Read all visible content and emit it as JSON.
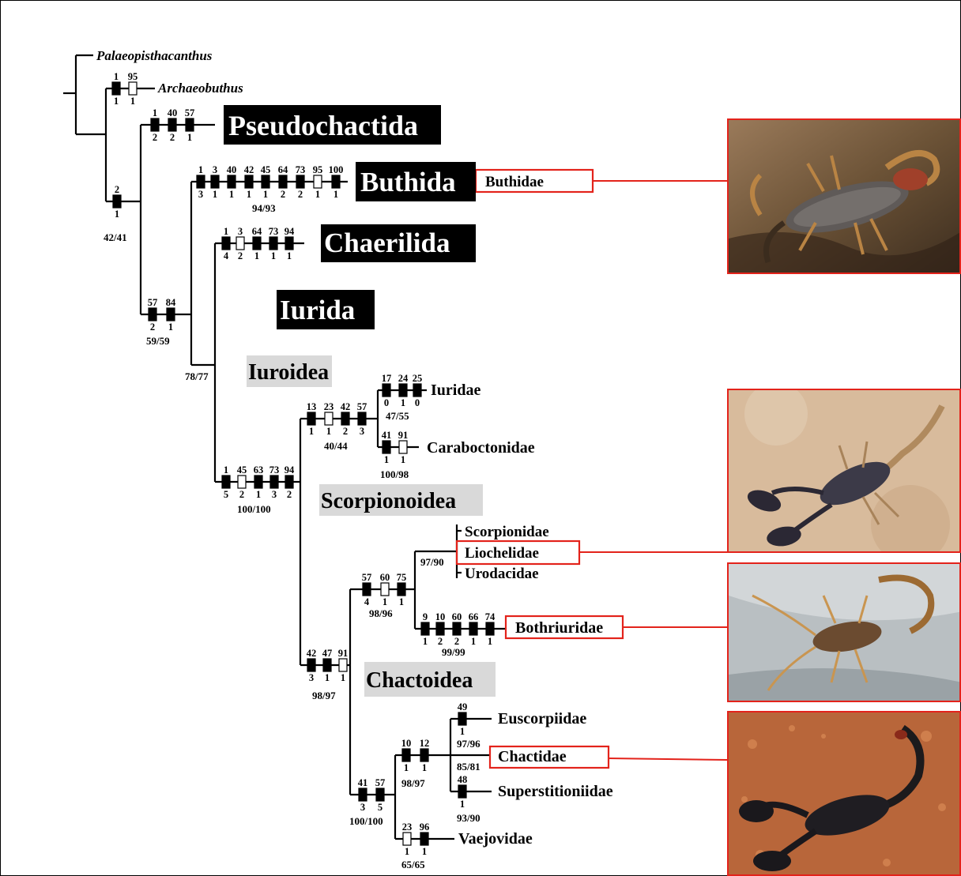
{
  "taxa": {
    "palaeopisthacanthus": "Palaeopisthacanthus",
    "archaeobuthus": "Archaeobuthus",
    "iuridae": "Iuridae",
    "caraboctonidae": "Caraboctonidae",
    "scorpionidae": "Scorpionidae",
    "liochelidae": "Liochelidae",
    "urodacidae": "Urodacidae",
    "bothriuridae": "Bothriuridae",
    "euscorpiidae": "Euscorpiidae",
    "chactidae": "Chactidae",
    "superstitioniidae": "Superstitioniidae",
    "vaejovidae": "Vaejovidae"
  },
  "clades": {
    "pseudochactida": "Pseudochactida",
    "buthida": "Buthida",
    "chaerilida": "Chaerilida",
    "iurida": "Iurida",
    "iuroidea": "Iuroidea",
    "scorpionoidea": "Scorpionoidea",
    "chactoidea": "Chactoidea"
  },
  "highlights": {
    "buthidae": "Buthidae",
    "liochelidae": "Liochelidae",
    "bothriuridae": "Bothriuridae",
    "chactidae": "Chactidae"
  },
  "support_values": {
    "s_42_41": "42/41",
    "s_59_59": "59/59",
    "s_78_77": "78/77",
    "s_94_93": "94/93",
    "s_47_55": "47/55",
    "s_40_44": "40/44",
    "s_100_98": "100/98",
    "s_100_100": "100/100",
    "s_97_90": "97/90",
    "s_98_96": "98/96",
    "s_99_99": "99/99",
    "s_98_97_a": "98/97",
    "s_97_96": "97/96",
    "s_85_81": "85/81",
    "s_98_97_b": "98/97",
    "s_93_90": "93/90",
    "s_100_100_b": "100/100",
    "s_65_65": "65/65"
  },
  "characters": {
    "archaeo_top": [
      "1",
      "95"
    ],
    "archaeo_bottom": [
      "1",
      "1"
    ],
    "pseudo_top": [
      "1",
      "40",
      "57"
    ],
    "pseudo_bottom": [
      "2",
      "2",
      "1"
    ],
    "buthida_top": [
      "1",
      "3",
      "40",
      "42",
      "45",
      "64",
      "73",
      "95",
      "100"
    ],
    "buthida_bottom": [
      "3",
      "1",
      "1",
      "1",
      "1",
      "2",
      "2",
      "1",
      "1"
    ],
    "chaer_top": [
      "1",
      "3",
      "64",
      "73",
      "94"
    ],
    "chaer_bottom": [
      "4",
      "2",
      "1",
      "1",
      "1"
    ],
    "node2_top": [
      "2"
    ],
    "node2_bottom": [
      "1"
    ],
    "n5784_top": [
      "57",
      "84"
    ],
    "n5784_bottom": [
      "2",
      "1"
    ],
    "iurida_top": [
      "1",
      "45",
      "63",
      "73",
      "94"
    ],
    "iurida_bottom": [
      "5",
      "2",
      "1",
      "3",
      "2"
    ],
    "iuroid_top": [
      "13",
      "23",
      "42",
      "57"
    ],
    "iuroid_bottom": [
      "1",
      "1",
      "2",
      "3"
    ],
    "iuridae_top": [
      "17",
      "24",
      "25"
    ],
    "iuridae_bottom": [
      "0",
      "1",
      "0"
    ],
    "carab_top": [
      "41",
      "91"
    ],
    "carab_bottom": [
      "1",
      "1"
    ],
    "scorp_top": [
      "42",
      "47",
      "91"
    ],
    "scorp_bottom": [
      "3",
      "1",
      "1"
    ],
    "n576075_top": [
      "57",
      "60",
      "75"
    ],
    "n576075_bottom": [
      "4",
      "1",
      "1"
    ],
    "bothr_top": [
      "9",
      "10",
      "60",
      "66",
      "74"
    ],
    "bothr_bottom": [
      "1",
      "2",
      "2",
      "1",
      "1"
    ],
    "chact_top": [
      "41",
      "57"
    ],
    "chact_bottom": [
      "3",
      "5"
    ],
    "n1012_top": [
      "10",
      "12"
    ],
    "n1012_bottom": [
      "1",
      "1"
    ],
    "eusc_top": [
      "49"
    ],
    "eusc_bottom": [
      "1"
    ],
    "super_top": [
      "48"
    ],
    "super_bottom": [
      "1"
    ],
    "vaej_top": [
      "23",
      "96"
    ],
    "vaej_bottom": [
      "1",
      "1"
    ]
  },
  "colors": {
    "highlight_red": "#e3231b",
    "clade_black_box": "#000000",
    "superfamily_gray": "#d9d9d9"
  },
  "photos": [
    {
      "depicts": "buthidae-scorpion",
      "tone": "tan scorpion on rock"
    },
    {
      "depicts": "liochelidae-scorpion",
      "tone": "dark scorpion on sand"
    },
    {
      "depicts": "bothriuridae-scorpion",
      "tone": "amber scorpion on stone"
    },
    {
      "depicts": "chactidae-scorpion",
      "tone": "black scorpion on red gravel"
    }
  ]
}
